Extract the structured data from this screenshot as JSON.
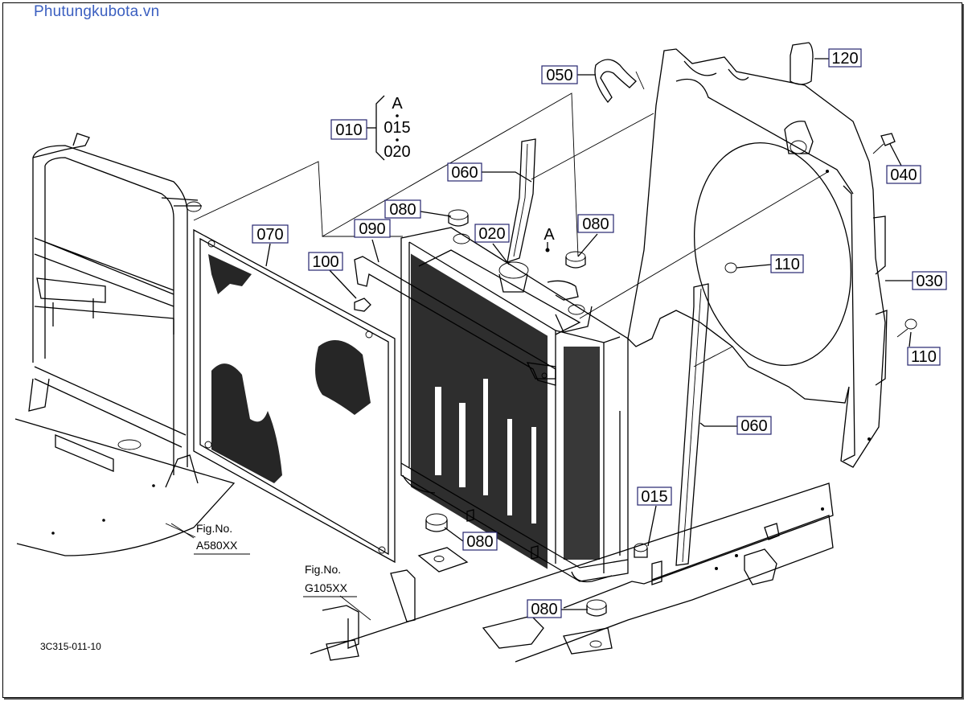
{
  "watermark": "Phutungkubota.vn",
  "diagram_code": "3C315-011-10",
  "group_label": {
    "code": "010",
    "letter": "A",
    "items": [
      "015",
      "020"
    ]
  },
  "callout_A": "A",
  "parts": [
    {
      "id": "p120",
      "label": "120"
    },
    {
      "id": "p050",
      "label": "050"
    },
    {
      "id": "p040",
      "label": "040"
    },
    {
      "id": "p060a",
      "label": "060"
    },
    {
      "id": "p080a",
      "label": "080"
    },
    {
      "id": "p080b",
      "label": "080"
    },
    {
      "id": "p070",
      "label": "070"
    },
    {
      "id": "p090",
      "label": "090"
    },
    {
      "id": "p020",
      "label": "020"
    },
    {
      "id": "p100",
      "label": "100"
    },
    {
      "id": "p110a",
      "label": "110"
    },
    {
      "id": "p030",
      "label": "030"
    },
    {
      "id": "p110b",
      "label": "110"
    },
    {
      "id": "p060b",
      "label": "060"
    },
    {
      "id": "p015",
      "label": "015"
    },
    {
      "id": "p080c",
      "label": "080"
    },
    {
      "id": "p080d",
      "label": "080"
    }
  ],
  "figure_refs": [
    {
      "title": "Fig.No.",
      "number": "A580XX"
    },
    {
      "title": "Fig.No.",
      "number": "G105XX"
    }
  ]
}
